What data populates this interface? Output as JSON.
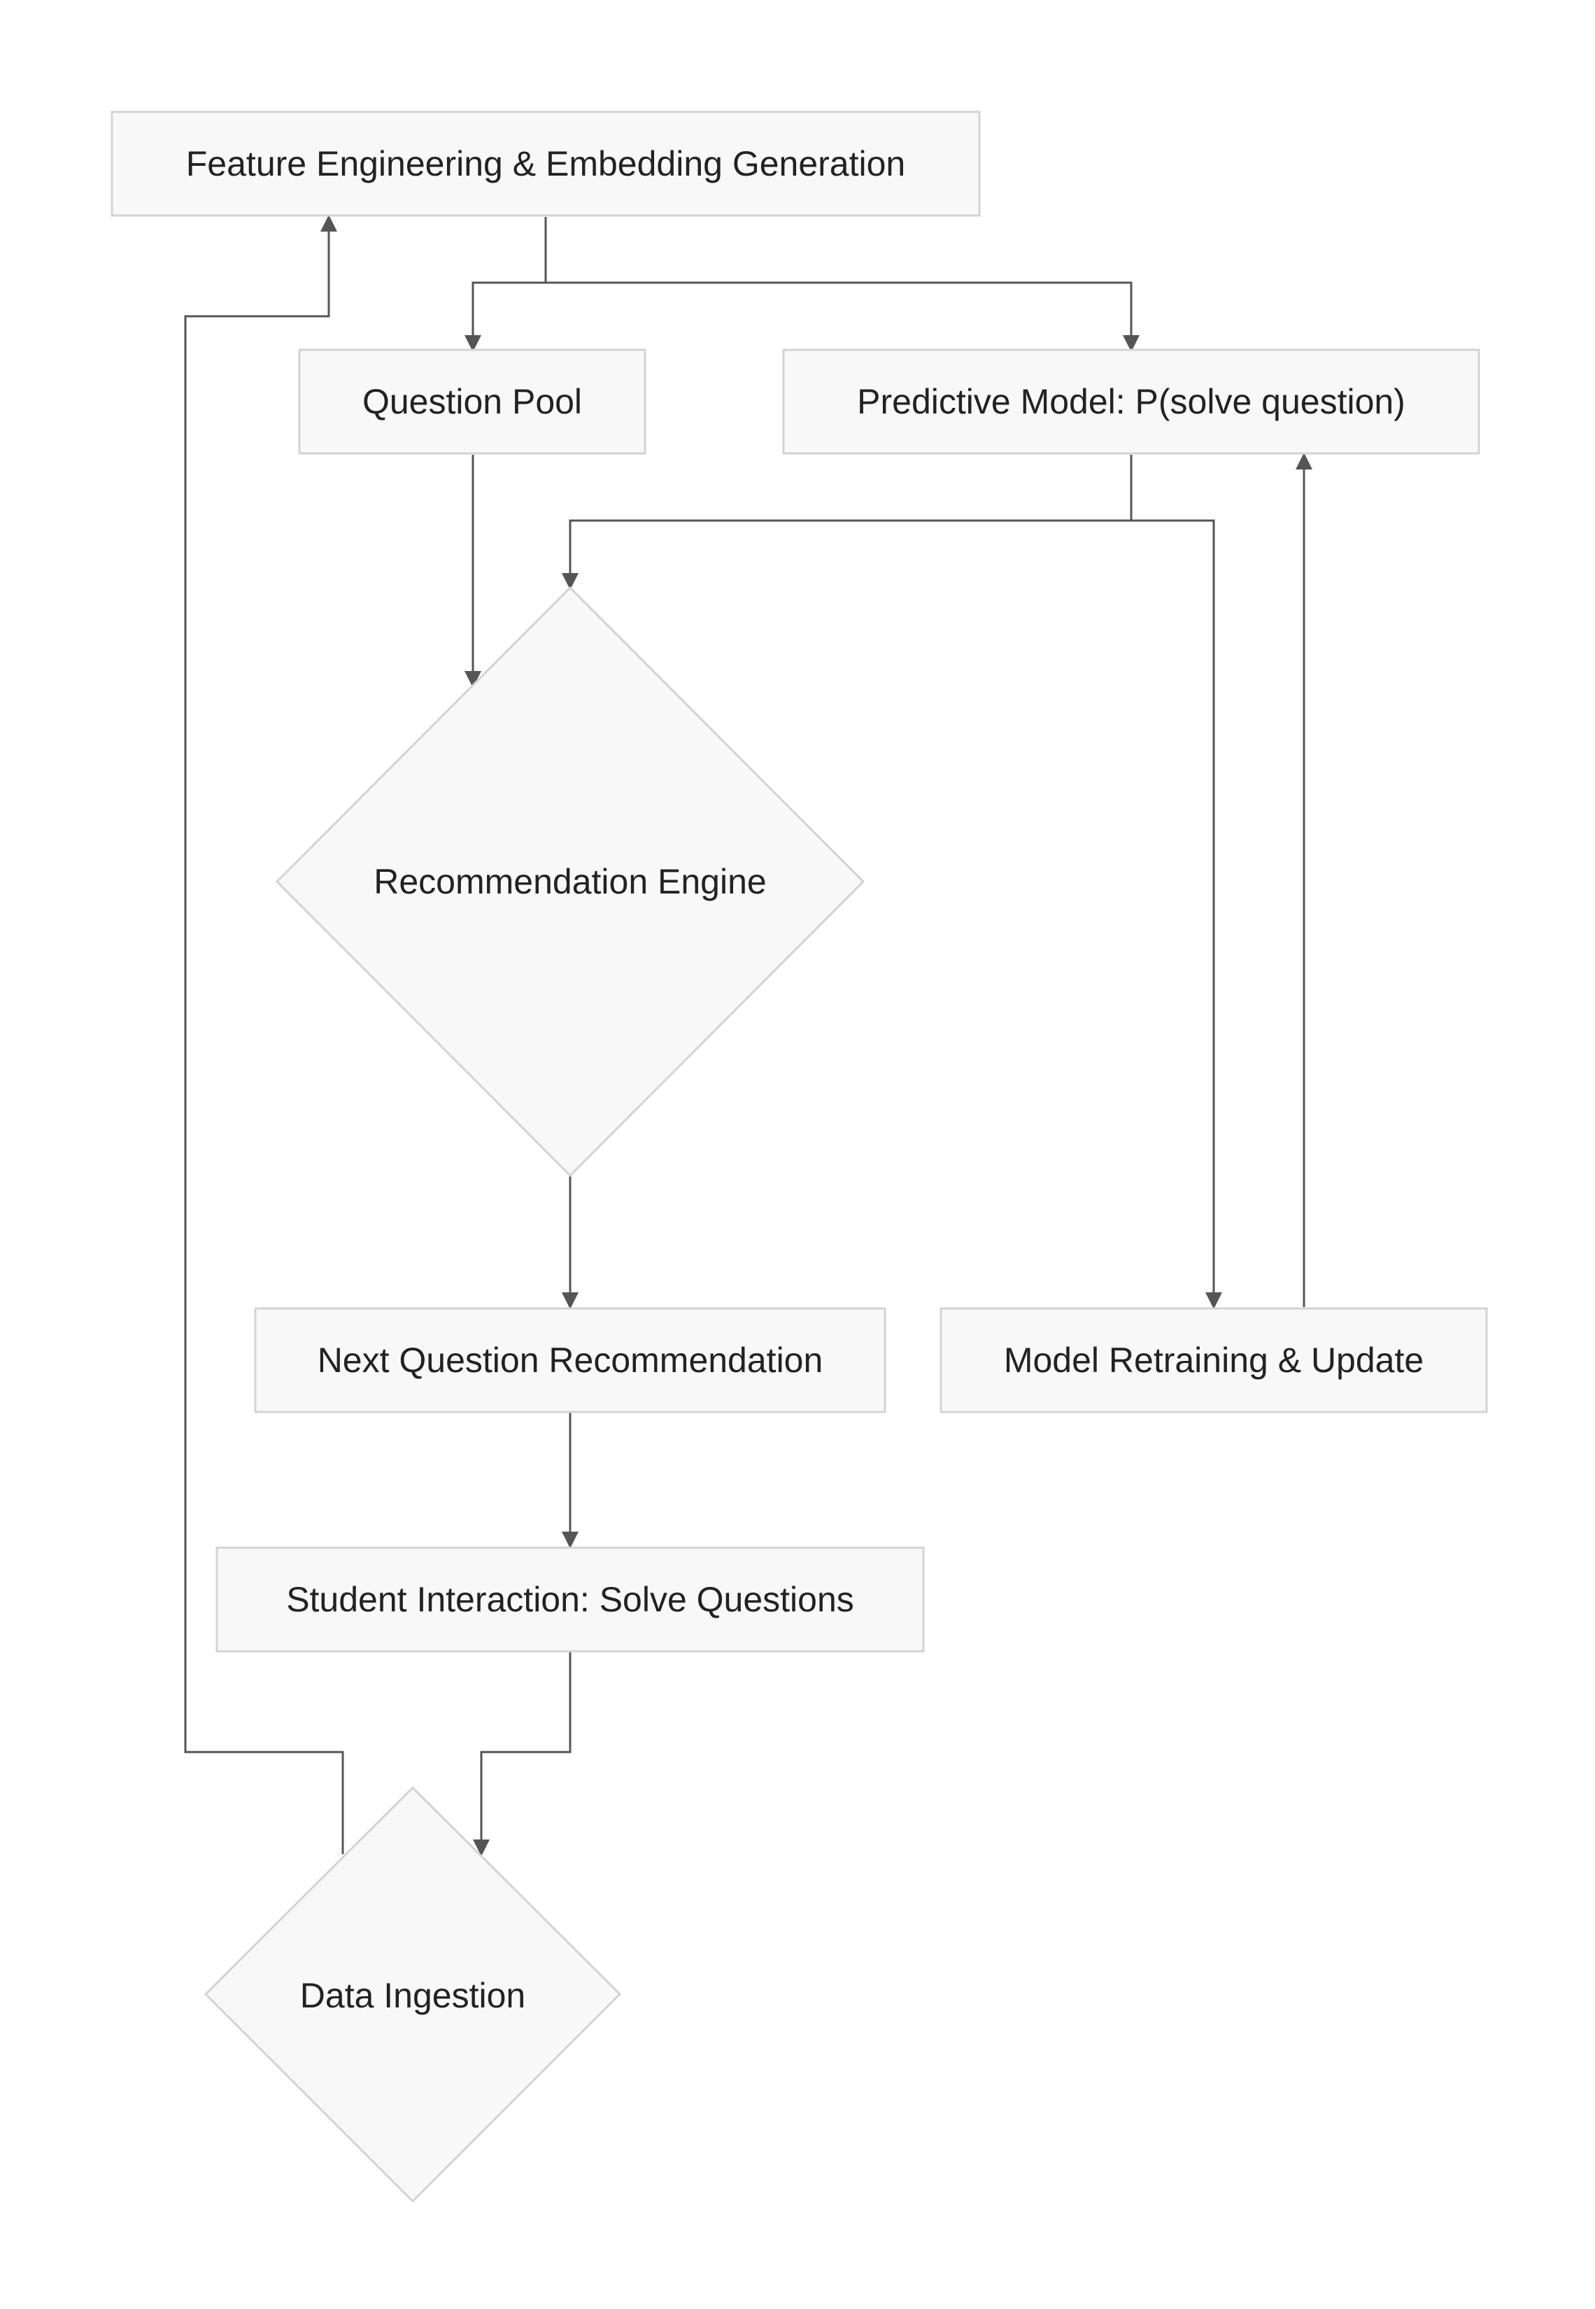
{
  "nodes": {
    "feature_engineering": "Feature Engineering & Embedding Generation",
    "question_pool": "Question Pool",
    "predictive_model": "Predictive Model: P(solve question)",
    "recommendation_engine": "Recommendation Engine",
    "next_question": "Next Question Recommendation",
    "model_retraining": "Model Retraining & Update",
    "student_interaction": "Student Interaction: Solve Questions",
    "data_ingestion": "Data Ingestion"
  },
  "colors": {
    "node_fill": "#f8f8f8",
    "node_border": "#d3d3d3",
    "edge": "#555555",
    "text": "#222222"
  }
}
